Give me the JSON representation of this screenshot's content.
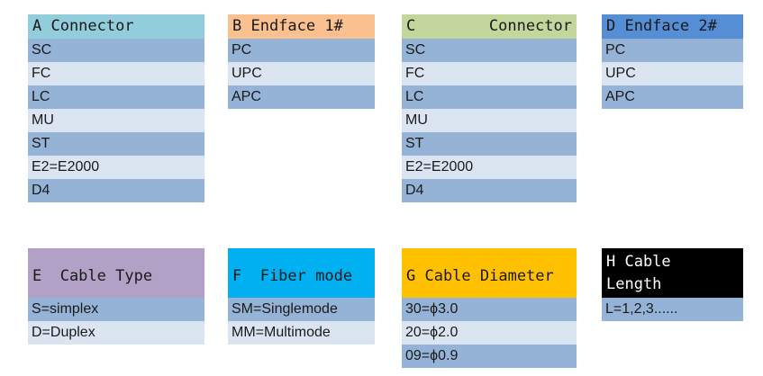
{
  "colors": {
    "row_dark": "#95b3d7",
    "row_light": "#dbe5f1"
  },
  "tables": {
    "a": {
      "header": "A Connector",
      "header_color": "#92cddc",
      "rows": [
        "SC",
        "FC",
        "LC",
        "MU",
        "ST",
        "E2=E2000",
        "D4"
      ]
    },
    "b": {
      "header": "B Endface 1#",
      "header_color": "#fac090",
      "rows": [
        "PC",
        "UPC",
        "APC"
      ]
    },
    "c": {
      "header_left": "C",
      "header_right": "Connector",
      "header_color": "#c3d69b",
      "rows": [
        "SC",
        "FC",
        "LC",
        "MU",
        "ST",
        "E2=E2000",
        "D4"
      ]
    },
    "d": {
      "header": "D Endface 2#",
      "header_color": "#558ed5",
      "rows": [
        "PC",
        "UPC",
        "APC"
      ]
    },
    "e": {
      "header": "E  Cable Type",
      "header_color": "#b2a1c7",
      "rows": [
        "S=simplex",
        "D=Duplex"
      ]
    },
    "f": {
      "header": "F  Fiber mode",
      "header_color": "#00b0f0",
      "rows": [
        "SM=Singlemode",
        "MM=Multimode"
      ]
    },
    "g": {
      "header": "G Cable Diameter",
      "header_color": "#ffc000",
      "rows": [
        "30=ϕ3.0",
        "20=ϕ2.0",
        "09=ϕ0.9"
      ]
    },
    "h": {
      "header_line1": "H Cable",
      "header_line2": "Length",
      "header_color": "#000000",
      "header_text_color": "#ffffff",
      "rows": [
        "L=1,2,3......"
      ]
    }
  }
}
